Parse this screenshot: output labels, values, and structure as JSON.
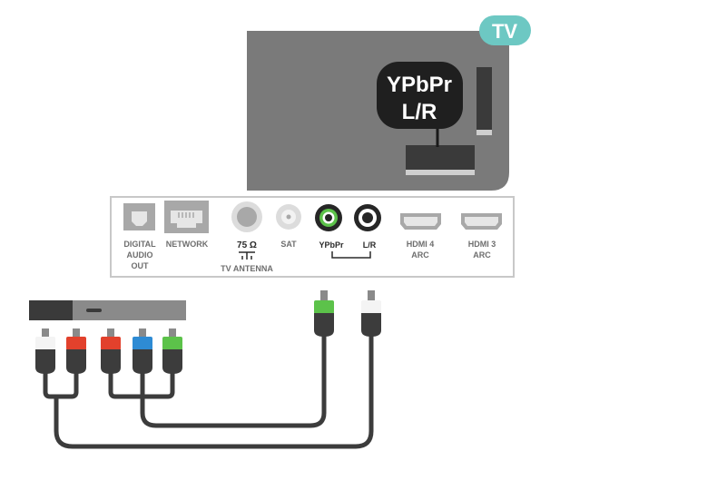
{
  "badge": {
    "label": "TV",
    "color": "#6dc8c3"
  },
  "callout": {
    "line1": "YPbPr",
    "line2": "L/R"
  },
  "ports": {
    "digital_audio": {
      "line1": "DIGITAL",
      "line2": "AUDIO",
      "line3": "OUT"
    },
    "network": "NETWORK",
    "antenna": {
      "line1": "75 Ω",
      "line2": "TV ANTENNA"
    },
    "sat": "SAT",
    "ypbpr": "YPbPr",
    "lr": "L/R",
    "hdmi4": {
      "line1": "HDMI 4",
      "line2": "ARC"
    },
    "hdmi3": {
      "line1": "HDMI 3",
      "line2": "ARC"
    }
  },
  "colors": {
    "tv_body": "#7a7a7a",
    "panel_border": "#c8c8c8",
    "cable": "#3c3c3c",
    "plug_white": "#f4f4f4",
    "plug_red": "#e2412c",
    "plug_blue": "#2e8bd4",
    "plug_green": "#5cc24a"
  }
}
